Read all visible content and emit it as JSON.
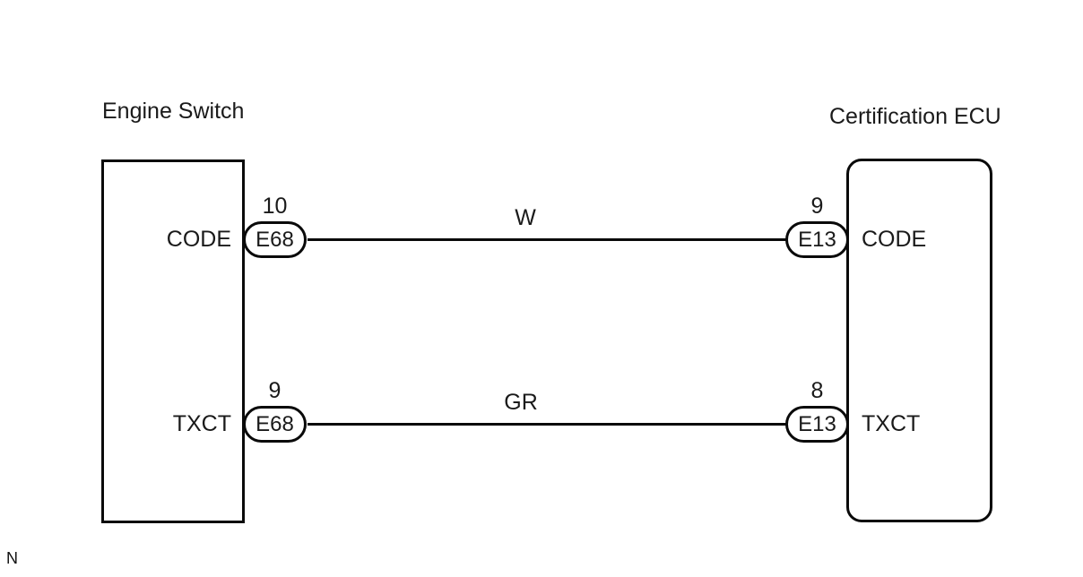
{
  "diagram": {
    "colors": {
      "background": "#ffffff",
      "line": "#0a0a0a",
      "text": "#1a1a1a"
    },
    "left_component": {
      "title": "Engine Switch",
      "terminals": [
        {
          "name": "CODE",
          "pin": "10",
          "connector": "E68"
        },
        {
          "name": "TXCT",
          "pin": "9",
          "connector": "E68"
        }
      ]
    },
    "right_component": {
      "title": "Certification ECU",
      "terminals": [
        {
          "name": "CODE",
          "pin": "9",
          "connector": "E13"
        },
        {
          "name": "TXCT",
          "pin": "8",
          "connector": "E13"
        }
      ]
    },
    "wires": [
      {
        "label": "W"
      },
      {
        "label": "GR"
      }
    ],
    "footnote": "N"
  }
}
